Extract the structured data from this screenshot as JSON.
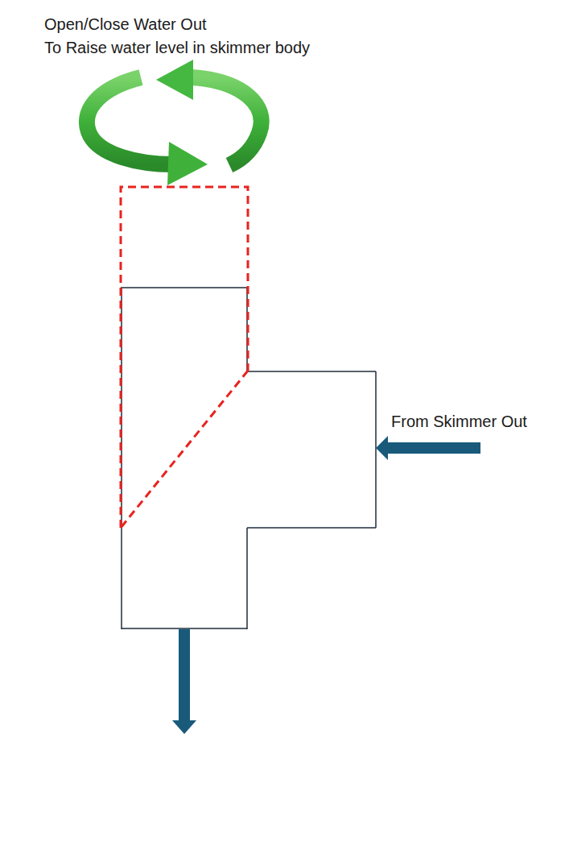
{
  "diagram": {
    "labels": [
      "Open/Close Water Out",
      "To Raise water level in skimmer body",
      "From Skimmer Out"
    ]
  }
}
